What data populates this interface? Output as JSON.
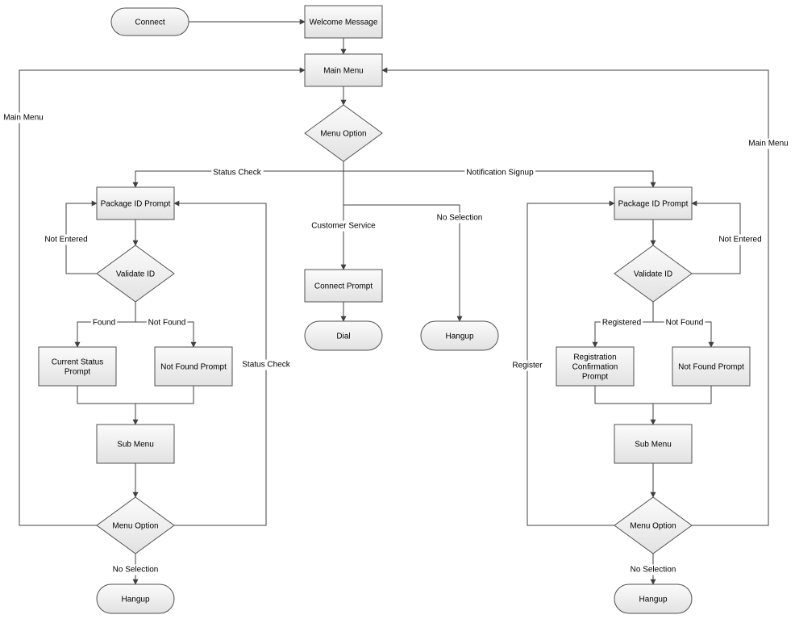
{
  "nodes": [
    {
      "id": "connect",
      "shape": "terminal",
      "lines": [
        "Connect"
      ]
    },
    {
      "id": "welcome",
      "shape": "process",
      "lines": [
        "Welcome Message"
      ]
    },
    {
      "id": "main_menu",
      "shape": "process",
      "lines": [
        "Main Menu"
      ]
    },
    {
      "id": "menu_option_top",
      "shape": "decision",
      "lines": [
        "Menu Option"
      ]
    },
    {
      "id": "connect_prompt",
      "shape": "process",
      "lines": [
        "Connect Prompt"
      ]
    },
    {
      "id": "dial",
      "shape": "terminal",
      "lines": [
        "Dial"
      ]
    },
    {
      "id": "hangup_center",
      "shape": "terminal",
      "lines": [
        "Hangup"
      ]
    },
    {
      "id": "l_package_id",
      "shape": "process",
      "lines": [
        "Package ID Prompt"
      ]
    },
    {
      "id": "l_validate",
      "shape": "decision",
      "lines": [
        "Validate ID"
      ]
    },
    {
      "id": "l_current_status",
      "shape": "process",
      "lines": [
        "Current Status",
        "Prompt"
      ]
    },
    {
      "id": "l_not_found",
      "shape": "process",
      "lines": [
        "Not Found Prompt"
      ]
    },
    {
      "id": "l_sub_menu",
      "shape": "process",
      "lines": [
        "Sub Menu"
      ]
    },
    {
      "id": "l_menu_option",
      "shape": "decision",
      "lines": [
        "Menu Option"
      ]
    },
    {
      "id": "l_hangup",
      "shape": "terminal",
      "lines": [
        "Hangup"
      ]
    },
    {
      "id": "r_package_id",
      "shape": "process",
      "lines": [
        "Package ID Prompt"
      ]
    },
    {
      "id": "r_validate",
      "shape": "decision",
      "lines": [
        "Validate ID"
      ]
    },
    {
      "id": "r_registration",
      "shape": "process",
      "lines": [
        "Registration",
        "Confirmation",
        "Prompt"
      ]
    },
    {
      "id": "r_not_found",
      "shape": "process",
      "lines": [
        "Not Found Prompt"
      ]
    },
    {
      "id": "r_sub_menu",
      "shape": "process",
      "lines": [
        "Sub Menu"
      ]
    },
    {
      "id": "r_menu_option",
      "shape": "decision",
      "lines": [
        "Menu Option"
      ]
    },
    {
      "id": "r_hangup",
      "shape": "terminal",
      "lines": [
        "Hangup"
      ]
    }
  ],
  "edges": [
    {
      "id": "connect_to_welcome",
      "from": "connect",
      "to": "welcome",
      "label": ""
    },
    {
      "id": "welcome_to_main",
      "from": "welcome",
      "to": "main_menu",
      "label": ""
    },
    {
      "id": "main_to_option",
      "from": "main_menu",
      "to": "menu_option_top",
      "label": ""
    },
    {
      "id": "option_status_check",
      "from": "menu_option_top",
      "to": "l_package_id",
      "label": "Status Check"
    },
    {
      "id": "option_notification",
      "from": "menu_option_top",
      "to": "r_package_id",
      "label": "Notification Signup"
    },
    {
      "id": "option_customer_service",
      "from": "menu_option_top",
      "to": "connect_prompt",
      "label": "Customer Service"
    },
    {
      "id": "option_no_selection",
      "from": "menu_option_top",
      "to": "hangup_center",
      "label": "No Selection"
    },
    {
      "id": "connect_prompt_to_dial",
      "from": "connect_prompt",
      "to": "dial",
      "label": ""
    },
    {
      "id": "l_package_to_validate",
      "from": "l_package_id",
      "to": "l_validate",
      "label": ""
    },
    {
      "id": "l_not_entered",
      "from": "l_validate",
      "to": "l_package_id",
      "label": "Not Entered"
    },
    {
      "id": "l_found",
      "from": "l_validate",
      "to": "l_current_status",
      "label": "Found"
    },
    {
      "id": "l_not_found_branch",
      "from": "l_validate",
      "to": "l_not_found",
      "label": "Not Found"
    },
    {
      "id": "l_status_to_sub",
      "from": "l_current_status",
      "to": "l_sub_menu",
      "label": ""
    },
    {
      "id": "l_notfound_to_sub",
      "from": "l_not_found",
      "to": "l_sub_menu",
      "label": ""
    },
    {
      "id": "l_sub_to_option",
      "from": "l_sub_menu",
      "to": "l_menu_option",
      "label": ""
    },
    {
      "id": "l_option_main_menu",
      "from": "l_menu_option",
      "to": "main_menu",
      "label": "Main Menu"
    },
    {
      "id": "l_option_status_check",
      "from": "l_menu_option",
      "to": "l_package_id",
      "label": "Status Check"
    },
    {
      "id": "l_option_no_selection",
      "from": "l_menu_option",
      "to": "l_hangup",
      "label": "No Selection"
    },
    {
      "id": "r_package_to_validate",
      "from": "r_package_id",
      "to": "r_validate",
      "label": ""
    },
    {
      "id": "r_not_entered",
      "from": "r_validate",
      "to": "r_package_id",
      "label": "Not Entered"
    },
    {
      "id": "r_registered",
      "from": "r_validate",
      "to": "r_registration",
      "label": "Registered"
    },
    {
      "id": "r_not_found_branch",
      "from": "r_validate",
      "to": "r_not_found",
      "label": "Not Found"
    },
    {
      "id": "r_reg_to_sub",
      "from": "r_registration",
      "to": "r_sub_menu",
      "label": ""
    },
    {
      "id": "r_notfound_to_sub",
      "from": "r_not_found",
      "to": "r_sub_menu",
      "label": ""
    },
    {
      "id": "r_sub_to_option",
      "from": "r_sub_menu",
      "to": "r_menu_option",
      "label": ""
    },
    {
      "id": "r_option_main_menu",
      "from": "r_menu_option",
      "to": "main_menu",
      "label": "Main Menu"
    },
    {
      "id": "r_option_register",
      "from": "r_menu_option",
      "to": "r_package_id",
      "label": "Register"
    },
    {
      "id": "r_option_no_selection",
      "from": "r_menu_option",
      "to": "r_hangup",
      "label": "No Selection"
    }
  ]
}
